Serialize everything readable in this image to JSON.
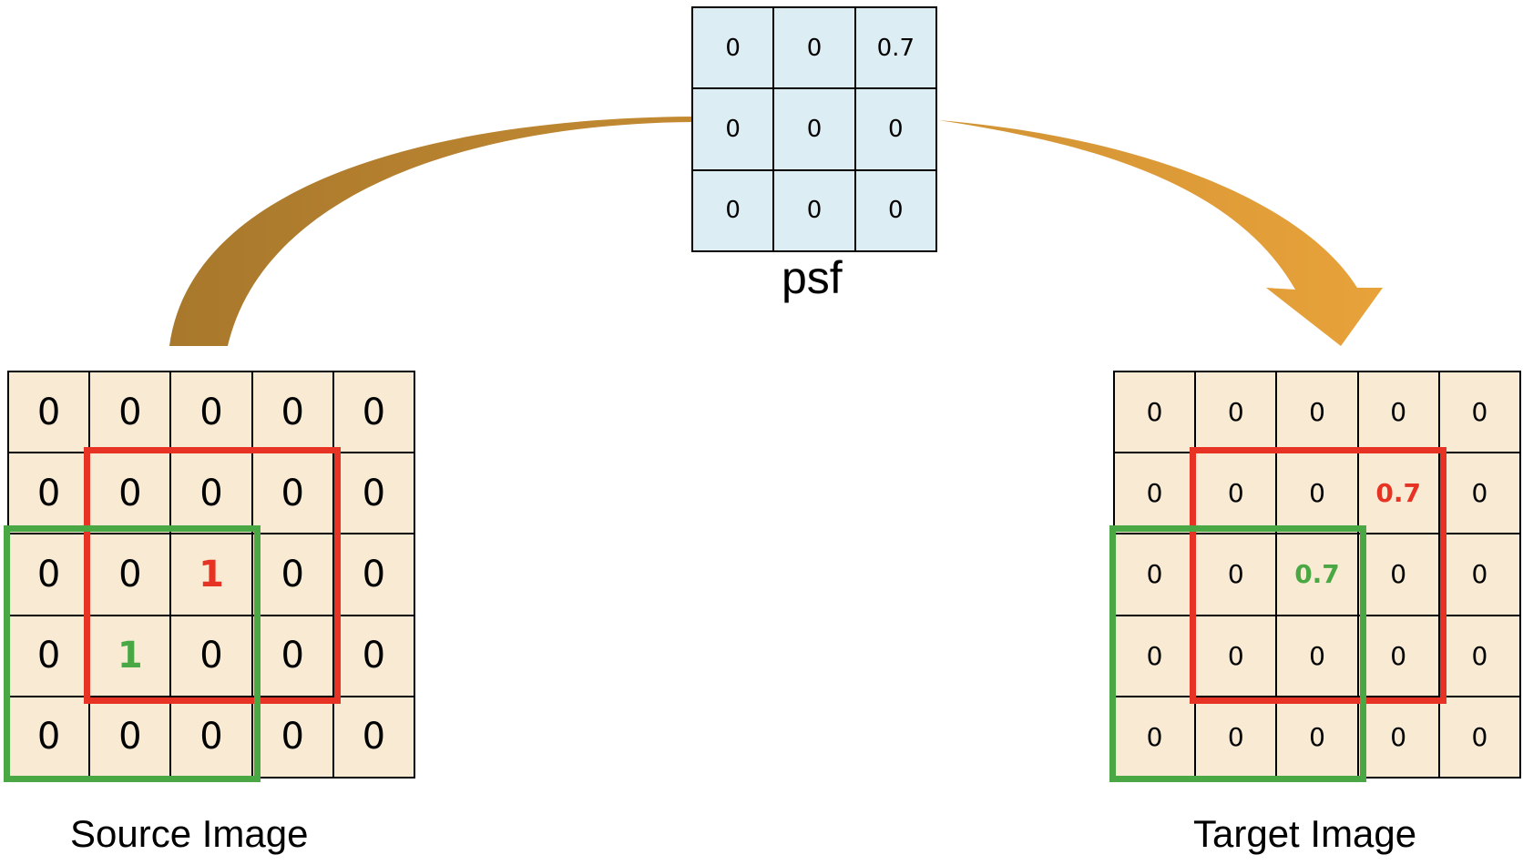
{
  "psf": {
    "label": "psf",
    "cells": [
      {
        "value": "0",
        "tone": ""
      },
      {
        "value": "0",
        "tone": ""
      },
      {
        "value": "0.7",
        "tone": ""
      },
      {
        "value": "0",
        "tone": ""
      },
      {
        "value": "0",
        "tone": ""
      },
      {
        "value": "0",
        "tone": ""
      },
      {
        "value": "0",
        "tone": ""
      },
      {
        "value": "0",
        "tone": ""
      },
      {
        "value": "0",
        "tone": ""
      }
    ]
  },
  "source": {
    "label": "Source Image",
    "cells": [
      {
        "value": "0",
        "tone": ""
      },
      {
        "value": "0",
        "tone": ""
      },
      {
        "value": "0",
        "tone": ""
      },
      {
        "value": "0",
        "tone": ""
      },
      {
        "value": "0",
        "tone": ""
      },
      {
        "value": "0",
        "tone": ""
      },
      {
        "value": "0",
        "tone": ""
      },
      {
        "value": "0",
        "tone": ""
      },
      {
        "value": "0",
        "tone": ""
      },
      {
        "value": "0",
        "tone": ""
      },
      {
        "value": "0",
        "tone": ""
      },
      {
        "value": "0",
        "tone": ""
      },
      {
        "value": "1",
        "tone": "red"
      },
      {
        "value": "0",
        "tone": ""
      },
      {
        "value": "0",
        "tone": ""
      },
      {
        "value": "0",
        "tone": ""
      },
      {
        "value": "1",
        "tone": "green"
      },
      {
        "value": "0",
        "tone": ""
      },
      {
        "value": "0",
        "tone": ""
      },
      {
        "value": "0",
        "tone": ""
      },
      {
        "value": "0",
        "tone": ""
      },
      {
        "value": "0",
        "tone": ""
      },
      {
        "value": "0",
        "tone": ""
      },
      {
        "value": "0",
        "tone": ""
      },
      {
        "value": "0",
        "tone": ""
      }
    ]
  },
  "target": {
    "label": "Target Image",
    "cells": [
      {
        "value": "0",
        "tone": ""
      },
      {
        "value": "0",
        "tone": ""
      },
      {
        "value": "0",
        "tone": ""
      },
      {
        "value": "0",
        "tone": ""
      },
      {
        "value": "0",
        "tone": ""
      },
      {
        "value": "0",
        "tone": ""
      },
      {
        "value": "0",
        "tone": ""
      },
      {
        "value": "0",
        "tone": ""
      },
      {
        "value": "0.7",
        "tone": "red"
      },
      {
        "value": "0",
        "tone": ""
      },
      {
        "value": "0",
        "tone": ""
      },
      {
        "value": "0",
        "tone": ""
      },
      {
        "value": "0.7",
        "tone": "green"
      },
      {
        "value": "0",
        "tone": ""
      },
      {
        "value": "0",
        "tone": ""
      },
      {
        "value": "0",
        "tone": ""
      },
      {
        "value": "0",
        "tone": ""
      },
      {
        "value": "0",
        "tone": ""
      },
      {
        "value": "0",
        "tone": ""
      },
      {
        "value": "0",
        "tone": ""
      },
      {
        "value": "0",
        "tone": ""
      },
      {
        "value": "0",
        "tone": ""
      },
      {
        "value": "0",
        "tone": ""
      },
      {
        "value": "0",
        "tone": ""
      },
      {
        "value": "0",
        "tone": ""
      }
    ]
  },
  "colors": {
    "highlight_red": "#e63323",
    "highlight_green": "#4aa844",
    "image_cell_fill": "#f9ebd3",
    "psf_cell_fill": "#ddedf4",
    "arrow_dark": "#a8782c",
    "arrow_light": "#e8a23a"
  }
}
